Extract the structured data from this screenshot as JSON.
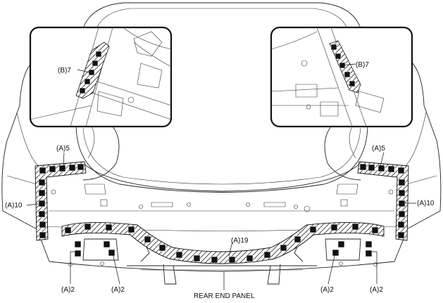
{
  "diagram": {
    "callouts": {
      "b7_left": "(B)7",
      "b7_right": "(B)7",
      "a5_left": "(A)5",
      "a5_right": "(A)5",
      "a10_left": "(A)10",
      "a10_right": "(A)10",
      "a19": "(A)19",
      "a2_1": "(A)2",
      "a2_2": "(A)2",
      "a2_3": "(A)2",
      "a2_4": "(A)2"
    },
    "part_label": "REAR END PANEL"
  }
}
